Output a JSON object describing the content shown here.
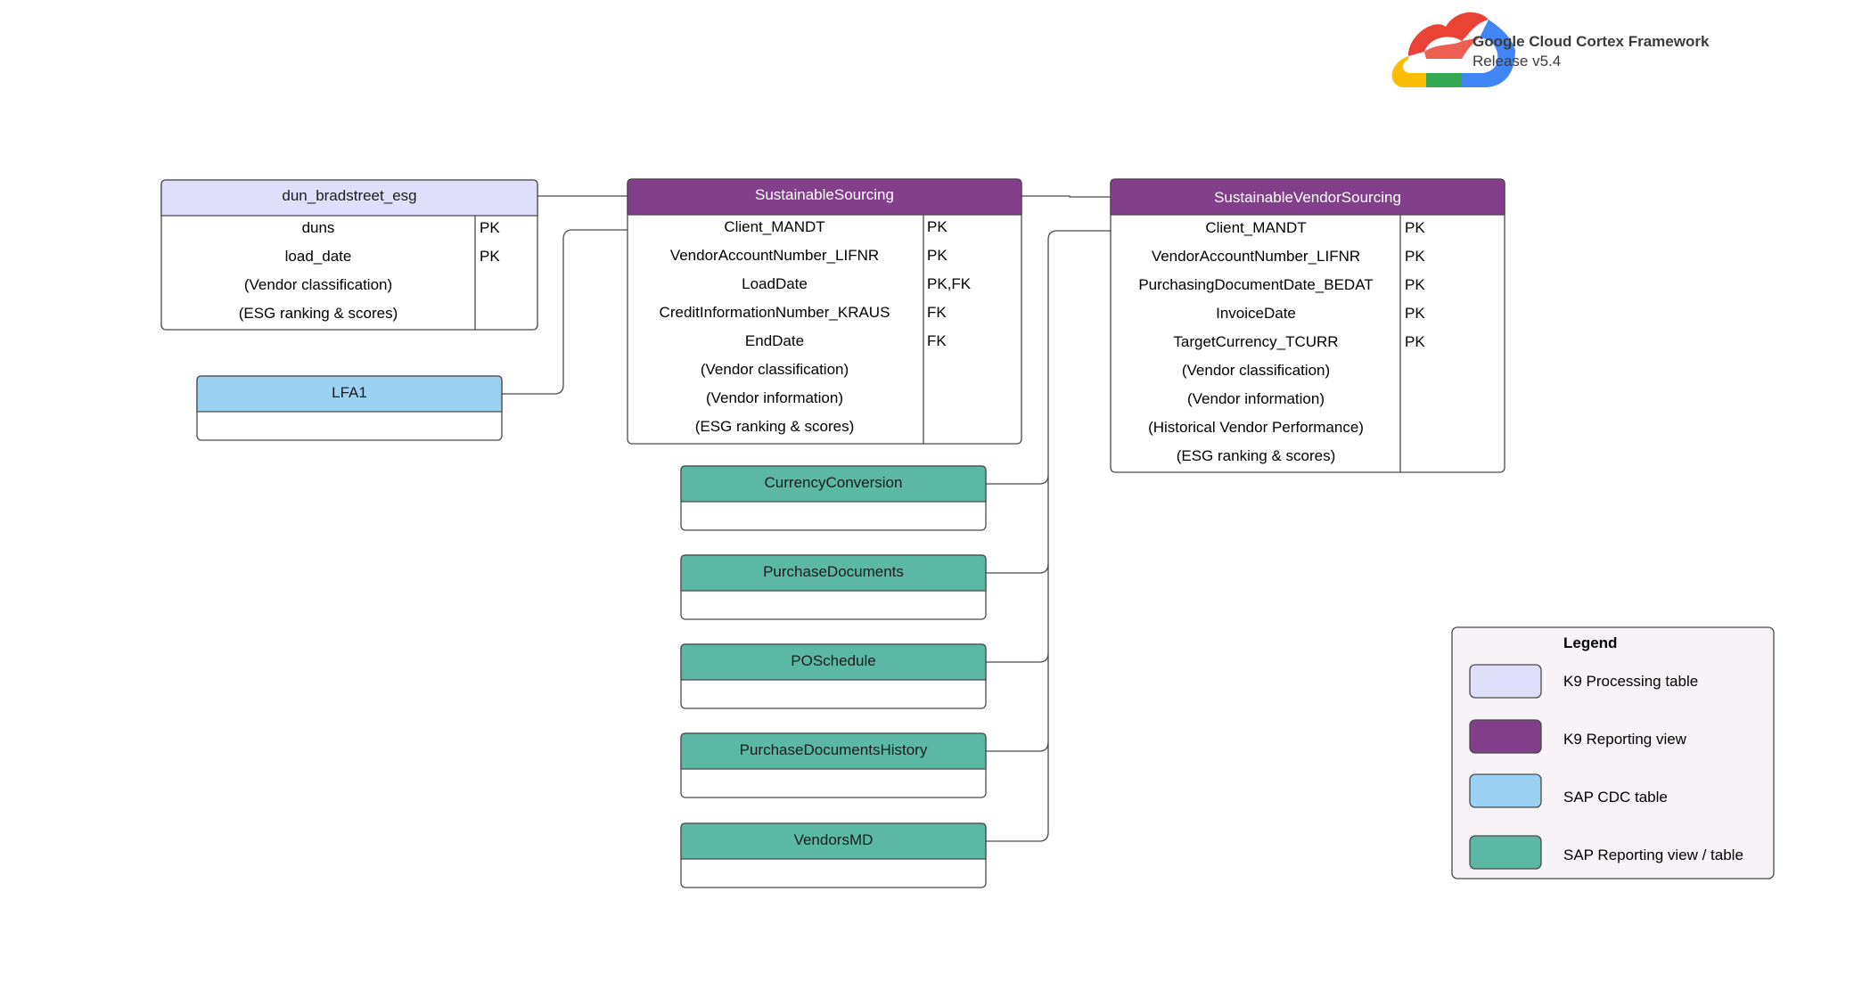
{
  "branding": {
    "title": "Google Cloud Cortex Framework",
    "release": "Release v5.4",
    "logo": "google-cloud-logo"
  },
  "colors": {
    "k9_processing": "#dfdffb",
    "k9_reporting": "#843f8c",
    "sap_cdc": "#9bd1f2",
    "sap_reporting": "#5bb8a4",
    "border": "#4a4a4a",
    "legend_bg": "#f7f3f6"
  },
  "tables": {
    "dun_bradstreet_esg": {
      "title": "dun_bradstreet_esg",
      "rows": [
        {
          "field": "duns",
          "key": "PK"
        },
        {
          "field": "load_date",
          "key": "PK"
        },
        {
          "field": "(Vendor classification)",
          "key": ""
        },
        {
          "field": "(ESG ranking & scores)",
          "key": ""
        }
      ]
    },
    "lfa1": {
      "title": "LFA1"
    },
    "sustainable_sourcing": {
      "title": "SustainableSourcing",
      "rows": [
        {
          "field": "Client_MANDT",
          "key": "PK"
        },
        {
          "field": "VendorAccountNumber_LIFNR",
          "key": "PK"
        },
        {
          "field": "LoadDate",
          "key": "PK,FK"
        },
        {
          "field": "CreditInformationNumber_KRAUS",
          "key": "FK"
        },
        {
          "field": "EndDate",
          "key": "FK"
        },
        {
          "field": "(Vendor classification)",
          "key": ""
        },
        {
          "field": "(Vendor information)",
          "key": ""
        },
        {
          "field": "(ESG ranking & scores)",
          "key": ""
        }
      ]
    },
    "sustainable_vendor_sourcing": {
      "title": "SustainableVendorSourcing",
      "rows": [
        {
          "field": "Client_MANDT",
          "key": "PK"
        },
        {
          "field": "VendorAccountNumber_LIFNR",
          "key": "PK"
        },
        {
          "field": "PurchasingDocumentDate_BEDAT",
          "key": "PK"
        },
        {
          "field": "InvoiceDate",
          "key": "PK"
        },
        {
          "field": "TargetCurrency_TCURR",
          "key": "PK"
        },
        {
          "field": "(Vendor classification)",
          "key": ""
        },
        {
          "field": "(Vendor information)",
          "key": ""
        },
        {
          "field": "(Historical Vendor Performance)",
          "key": ""
        },
        {
          "field": "(ESG ranking & scores)",
          "key": ""
        }
      ]
    },
    "reporting": [
      {
        "id": "currency-conversion",
        "title": "CurrencyConversion"
      },
      {
        "id": "purchase-documents",
        "title": "PurchaseDocuments"
      },
      {
        "id": "po-schedule",
        "title": "POSchedule"
      },
      {
        "id": "purchase-documents-history",
        "title": "PurchaseDocumentsHistory"
      },
      {
        "id": "vendors-md",
        "title": "VendorsMD"
      }
    ]
  },
  "legend": {
    "title": "Legend",
    "items": [
      {
        "label": "K9 Processing table",
        "color": "#dfdffb"
      },
      {
        "label": "K9 Reporting view",
        "color": "#843f8c"
      },
      {
        "label": "SAP CDC table",
        "color": "#9bd1f2"
      },
      {
        "label": "SAP Reporting view / table",
        "color": "#5bb8a4"
      }
    ]
  }
}
